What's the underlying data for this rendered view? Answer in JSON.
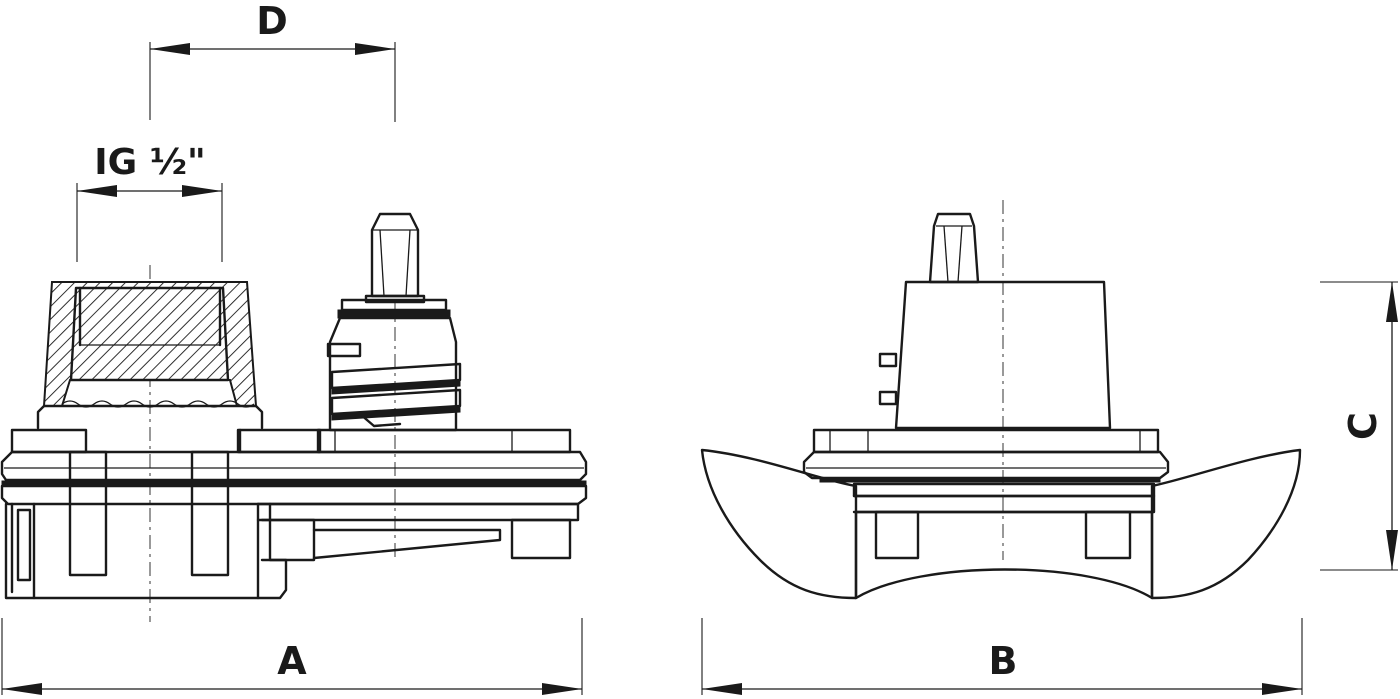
{
  "labels": {
    "d": "D",
    "thread": "IG ½\"",
    "a": "A",
    "b": "B",
    "c": "C"
  }
}
